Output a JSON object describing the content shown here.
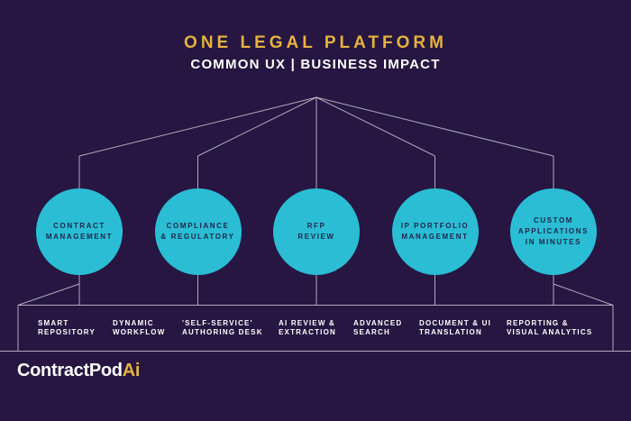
{
  "colors": {
    "background": "#261641",
    "circle_fill": "#2ABDD4",
    "accent_gold": "#E6B23D",
    "line": "#C9C2D4",
    "circle_text": "#21264D",
    "text_white": "#FFFFFF"
  },
  "header": {
    "title": "ONE LEGAL PLATFORM",
    "subtitle": "COMMON UX | BUSINESS IMPACT"
  },
  "modules": [
    {
      "name": "contract-management",
      "lines": [
        "CONTRACT",
        "MANAGEMENT"
      ]
    },
    {
      "name": "compliance-regulatory",
      "lines": [
        "COMPLIANCE",
        "& REGULATORY"
      ]
    },
    {
      "name": "rfp-review",
      "lines": [
        "RFP",
        "REVIEW"
      ]
    },
    {
      "name": "ip-portfolio-management",
      "lines": [
        "IP PORTFOLIO",
        "MANAGEMENT"
      ]
    },
    {
      "name": "custom-applications",
      "lines": [
        "CUSTOM",
        "APPLICATIONS",
        "IN MINUTES"
      ]
    }
  ],
  "features": [
    {
      "name": "smart-repository",
      "lines": [
        "SMART",
        "REPOSITORY"
      ]
    },
    {
      "name": "dynamic-workflow",
      "lines": [
        "DYNAMIC",
        "WORKFLOW"
      ]
    },
    {
      "name": "self-service-authoring",
      "lines": [
        "'SELF-SERVICE'",
        "AUTHORING DESK"
      ]
    },
    {
      "name": "ai-review-extraction",
      "lines": [
        "AI REVIEW &",
        "EXTRACTION"
      ]
    },
    {
      "name": "advanced-search",
      "lines": [
        "ADVANCED",
        "SEARCH"
      ]
    },
    {
      "name": "document-ui-translation",
      "lines": [
        "DOCUMENT & UI",
        "TRANSLATION"
      ]
    },
    {
      "name": "reporting-analytics",
      "lines": [
        "REPORTING &",
        "VISUAL ANALYTICS"
      ]
    }
  ],
  "logo": {
    "main": "ContractPod",
    "accent": "Ai"
  }
}
